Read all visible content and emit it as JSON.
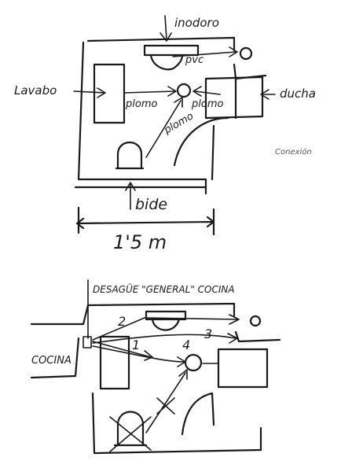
{
  "plan1": {
    "labels": {
      "inodoro": "inodoro",
      "pvc": "pvc",
      "lavabo": "Lavabo",
      "ducha": "ducha",
      "plomo_left": "plomo",
      "plomo_right": "plomo",
      "plomo_diag": "plomo",
      "bide": "bide",
      "dimension": "1'5 m",
      "side_note": "Conexión"
    }
  },
  "plan2": {
    "labels": {
      "header": "DESAGÜE \"GENERAL\" COCINA",
      "cocina": "COCINA",
      "n1": "1",
      "n2": "2",
      "n3": "3",
      "n4": "4"
    }
  }
}
